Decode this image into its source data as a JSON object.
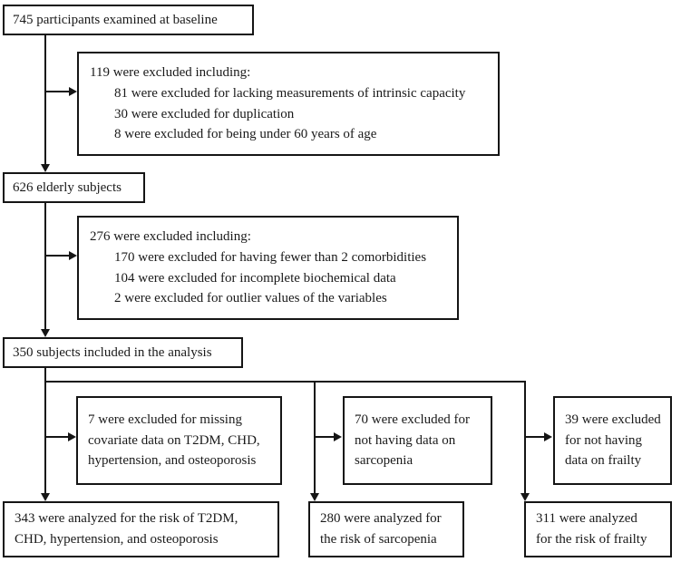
{
  "figure": {
    "type": "flowchart",
    "orientation": "top-to-bottom",
    "background_color": "#ffffff",
    "line_color": "#151515",
    "text_color": "#1a1a1a"
  },
  "nodes": {
    "baseline": {
      "label": "745 participants examined at baseline",
      "count": 745
    },
    "excluded_1": {
      "head": "119 were excluded including:",
      "items": [
        "81 were excluded for lacking measurements of intrinsic capacity",
        "30 were excluded for duplication",
        "8 were excluded for being under 60 years of age"
      ]
    },
    "elderly": {
      "label": "626 elderly subjects",
      "count": 626
    },
    "excluded_2": {
      "head": "276 were excluded including:",
      "items": [
        "170 were excluded for having fewer than 2 comorbidities",
        "104 were excluded for incomplete biochemical data",
        "2 were excluded for outlier values of the variables"
      ]
    },
    "analysis": {
      "label": "350 subjects included in the analysis",
      "count": 350
    },
    "excluded_left": {
      "lines": [
        "7 were excluded for missing",
        "covariate data on T2DM, CHD,",
        "hypertension, and osteoporosis"
      ]
    },
    "excluded_middle": {
      "lines": [
        "70 were excluded for",
        "not having data on",
        "sarcopenia"
      ]
    },
    "excluded_right": {
      "lines": [
        "39 were excluded",
        "for not having",
        "data on frailty"
      ]
    },
    "result_left": {
      "lines": [
        "343 were analyzed for the risk of T2DM,",
        "CHD, hypertension, and osteoporosis"
      ]
    },
    "result_middle": {
      "lines": [
        "280 were analyzed for",
        "the risk of sarcopenia"
      ]
    },
    "result_right": {
      "lines": [
        "311 were analyzed",
        "for the risk of frailty"
      ]
    }
  }
}
